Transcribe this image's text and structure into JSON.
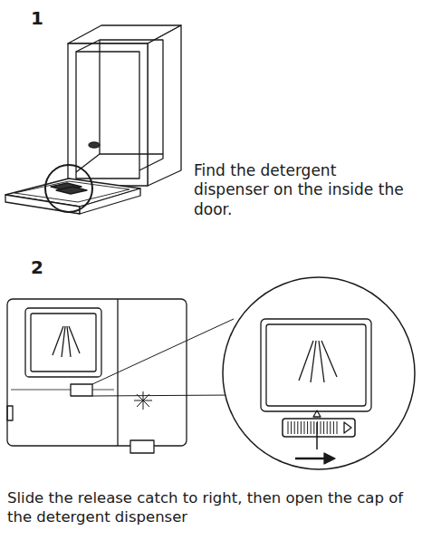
{
  "diagram": {
    "labels": [
      "1",
      "Find the detergent dispenser on the inside the door.",
      "2",
      "Slide the release catch to right, then open the cap of the detergent dispenser"
    ]
  }
}
